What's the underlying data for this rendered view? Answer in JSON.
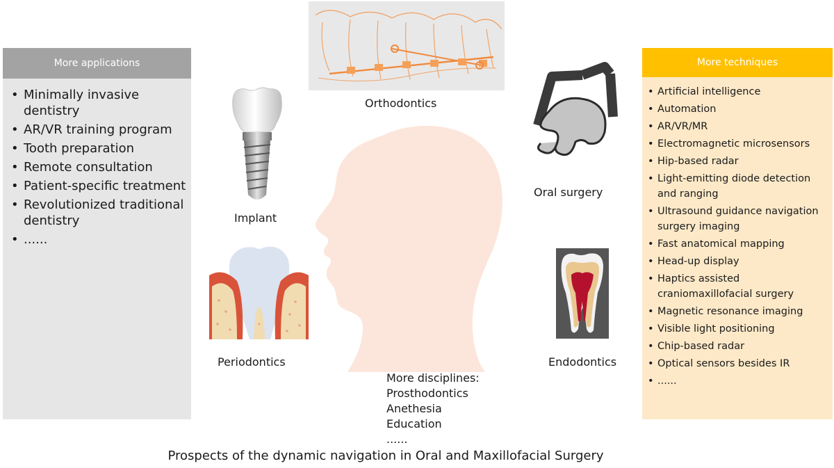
{
  "left_panel": {
    "title": "More applications",
    "items": [
      "Minimally invasive dentistry",
      "AR/VR training program",
      "Tooth preparation",
      "Remote consultation",
      "Patient-specific treatment",
      "Revolutionized traditional dentistry",
      "......"
    ]
  },
  "right_panel": {
    "title": "More techniques",
    "items": [
      "Artificial intelligence",
      "Automation",
      "AR/VR/MR",
      "Electromagnetic microsensors",
      "Hip-based radar",
      "Light-emitting diode detection and ranging",
      "Ultrasound guidance navigation surgery imaging",
      "Fast anatomical mapping",
      "Head-up display",
      "Haptics assisted craniomaxillofacial surgery",
      "Magnetic resonance imaging",
      "Visible light positioning",
      "Chip-based radar",
      "Optical sensors besides IR",
      "......"
    ]
  },
  "labels": {
    "orthodontics": "Orthodontics",
    "implant": "Implant",
    "oral_surgery": "Oral surgery",
    "periodontics": "Periodontics",
    "endodontics": "Endodontics"
  },
  "disciplines": {
    "title": "More disciplines:",
    "items": [
      "Prosthodontics",
      "Anethesia",
      "Education",
      "......"
    ]
  },
  "caption": "Prospects of the dynamic navigation in Oral and Maxillofacial Surgery",
  "colors": {
    "left_header": "#a3a3a3",
    "left_body": "#e6e6e6",
    "right_header": "#ffc000",
    "right_body": "#fde9c8",
    "head": "#fce6db",
    "gum": "#d9533a",
    "bone": "#f0dcb0"
  }
}
